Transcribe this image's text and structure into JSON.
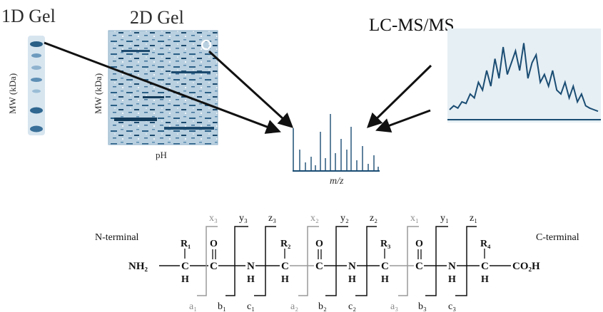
{
  "top": {
    "gel1d_label": "1D Gel",
    "gel2d_label": "2D Gel",
    "lcms_label": "LC-MS/MS",
    "mw_axis_label": "MW (kDa)",
    "ph_axis_label": "pH",
    "mz_axis_label": "m/z"
  },
  "peptide": {
    "n_terminal_label": "N-terminal",
    "c_terminal_label": "C-terminal",
    "nh2": "NH₂",
    "co2h": "CO₂H",
    "carbon": "C",
    "hydrogen": "H",
    "nitrogen": "N",
    "oxygen": "O",
    "side_chains": [
      "R₁",
      "R₂",
      "R₃",
      "R₄"
    ],
    "top_ions": [
      "x₃",
      "y₃",
      "z₃",
      "x₂",
      "y₂",
      "z₂",
      "x₁",
      "y₁",
      "z₁"
    ],
    "bottom_ions": [
      "a₁",
      "b₁",
      "c₁",
      "a₂",
      "b₂",
      "c₂",
      "a₃",
      "b₃",
      "c₃"
    ]
  },
  "colors": {
    "gel_blue": "#2a5f86",
    "gel_light": "#a9c4d8",
    "spectrum": "#1b4d73",
    "ink": "#111111",
    "gray_ion": "#8c8c8c"
  }
}
